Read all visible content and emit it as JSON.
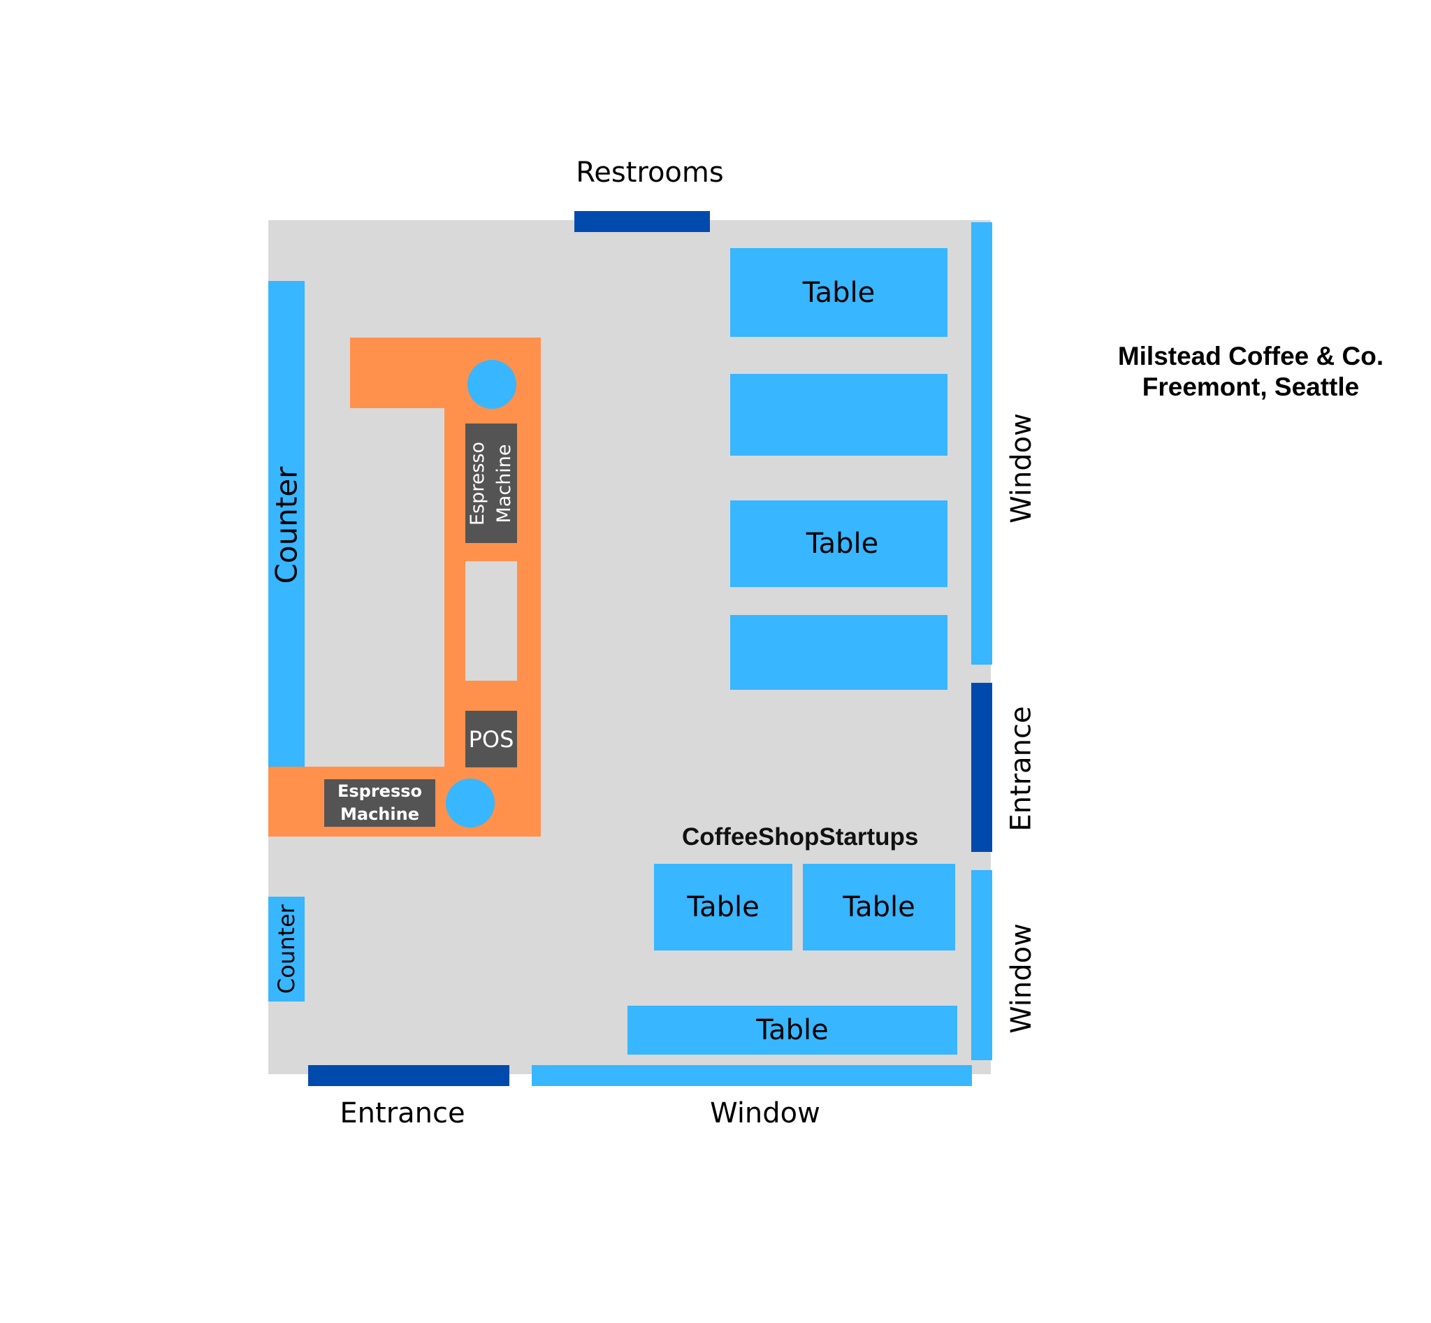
{
  "title": {
    "line1": "Milstead Coffee & Co.",
    "line2": "Freemont, Seattle"
  },
  "watermark": "CoffeeShopStartups",
  "labels": {
    "restrooms": "Restrooms",
    "entrance_bottom": "Entrance",
    "window_bottom": "Window",
    "window_right_top": "Window",
    "entrance_right": "Entrance",
    "window_right_bottom": "Window",
    "counter_main": "Counter",
    "counter_small": "Counter"
  },
  "bar": {
    "espresso_machine_vertical": "Espresso Machine",
    "espresso_machine_horizontal_line1": "Espresso",
    "espresso_machine_horizontal_line2": "Machine",
    "pos": "POS"
  },
  "tables": {
    "top_1": "Table",
    "top_2": "",
    "top_3": "Table",
    "top_4": "",
    "bottom_left": "Table",
    "bottom_right": "Table",
    "long_bottom": "Table"
  },
  "colors": {
    "floor": "#d9d9d9",
    "fixture_light_blue": "#38b6ff",
    "fixture_dark_blue": "#004aad",
    "bar_orange": "#ff914d",
    "machine_gray": "#545454"
  }
}
